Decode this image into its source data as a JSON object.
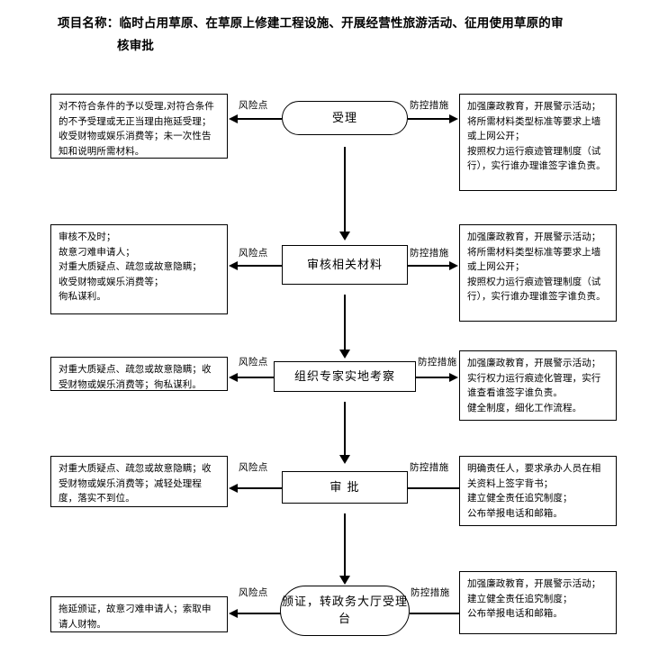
{
  "title": {
    "line1": "项目名称：临时占用草原、在草原上修建工程设施、开展经营性旅游活动、征用使用草原的审",
    "line2": "核审批"
  },
  "labels": {
    "risk": "风险点",
    "measure": "防控措施"
  },
  "steps": [
    {
      "node": "受理",
      "shape": "stadium",
      "risk_text": "对不符合条件的予以受理,对符合条件的不予受理或无正当理由拖延受理；收受财物或娱乐消费等；未一次性告知和说明所需材料。",
      "measure_text": "加强廉政教育，开展警示活动；\n将所需材料类型标准等要求上墙或上网公开；\n按照权力运行痕迹管理制度（试行），实行谁办理谁签字谁负责。"
    },
    {
      "node": "审核相关材料",
      "shape": "rect",
      "risk_text": "审核不及时；\n故意刁难申请人；\n对重大质疑点、疏忽或故意隐瞒；\n收受财物或娱乐消费等；\n徇私谋利。",
      "measure_text": "加强廉政教育，开展警示活动；\n将所需材料类型标准等要求上墙或上网公开；\n按照权力运行痕迹管理制度（试行），实行谁办理谁签字谁负责。"
    },
    {
      "node": "组织专家实地考察",
      "shape": "rect",
      "risk_text": "对重大质疑点、疏忽或故意隐瞒；收受财物或娱乐消费等；徇私谋利。",
      "measure_text": "加强廉政教育，开展警示活动；\n实行权力运行痕迹化管理，实行谁查看谁签字谁负责。\n健全制度，细化工作流程。"
    },
    {
      "node": "审  批",
      "shape": "rect",
      "risk_text": "对重大质疑点、疏忽或故意隐瞒；收受财物或娱乐消费等；减轻处理程度，落实不到位。",
      "measure_text": "明确责任人，要求承办人员在相关资料上签字背书；\n建立健全责任追究制度；\n公布举报电话和邮箱。"
    },
    {
      "node": "颁证，转政务大厅受理台",
      "shape": "stadium",
      "risk_text": "拖延颁证，故意刁难申请人；索取申请人财物。",
      "measure_text": "加强廉政教育，开展警示活动；\n建立健全责任追究制度；\n公布举报电话和邮箱。"
    }
  ]
}
